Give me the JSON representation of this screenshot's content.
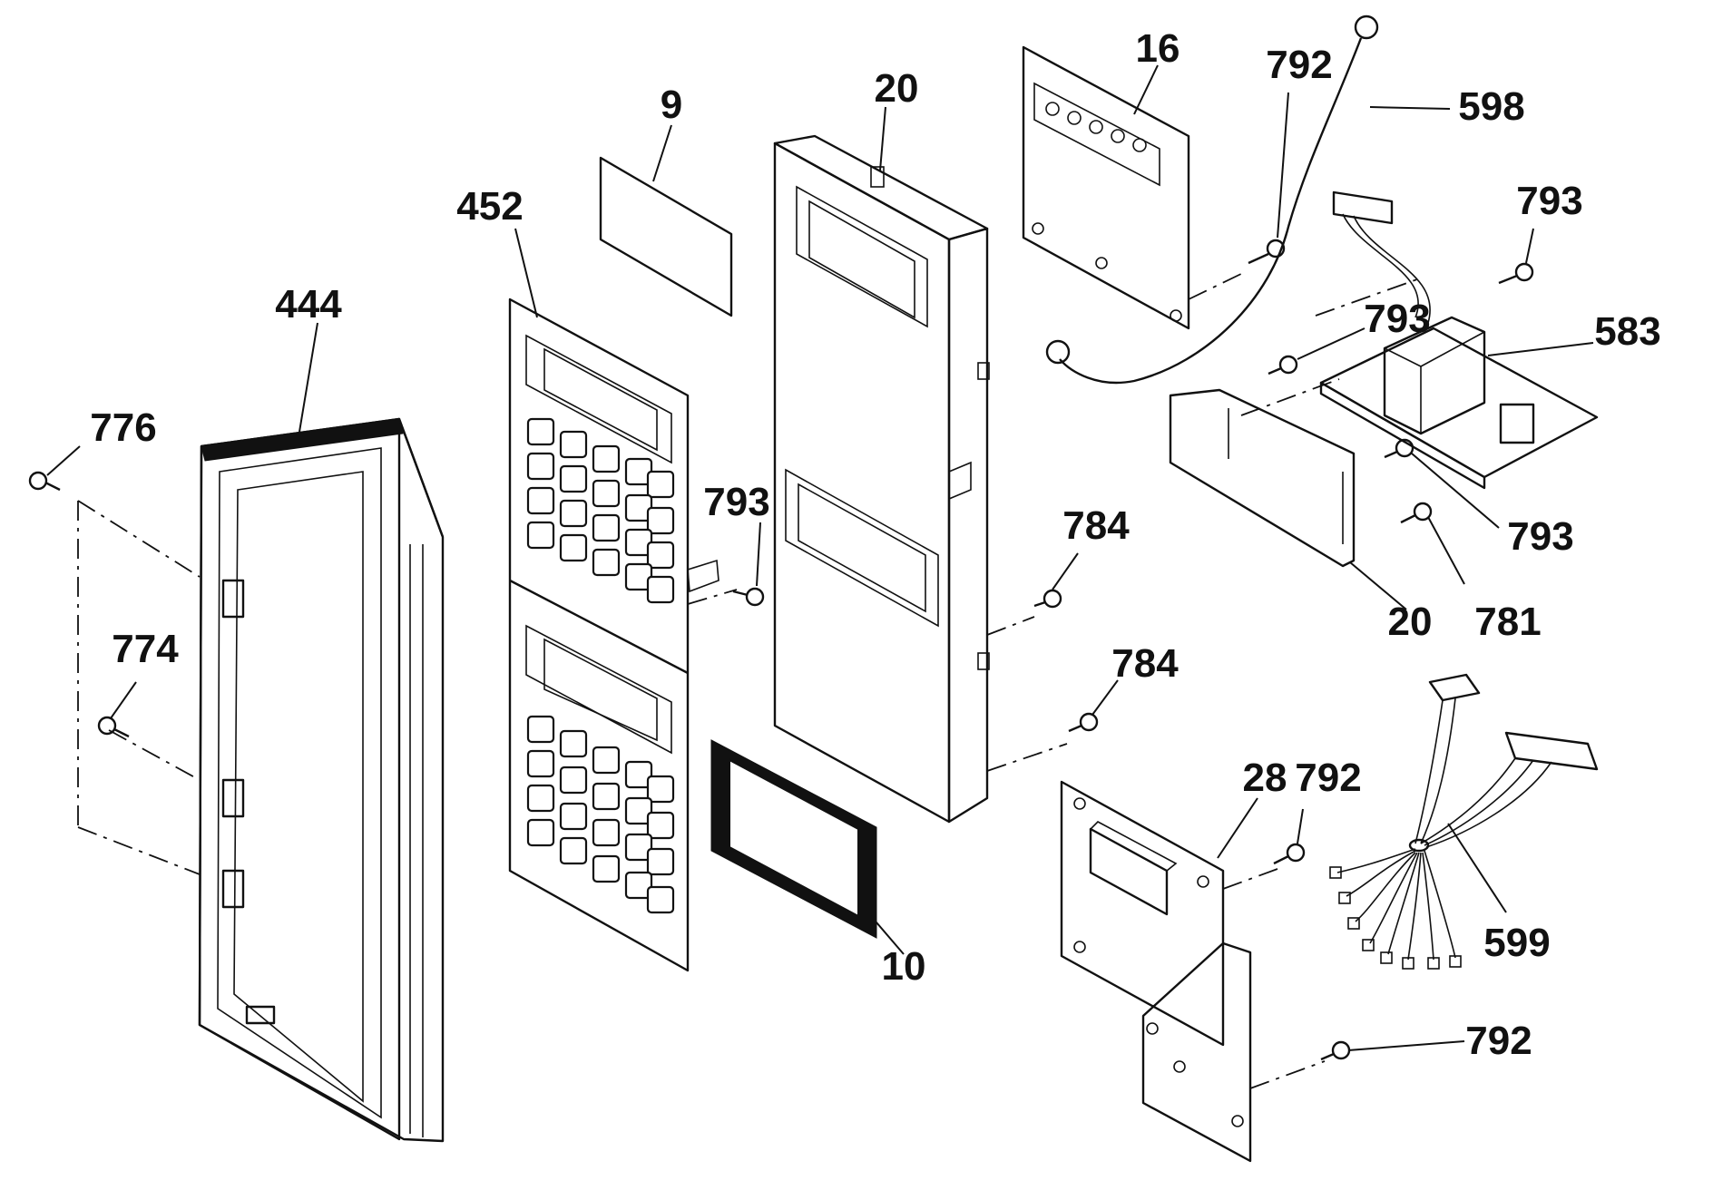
{
  "diagram": {
    "colors": {
      "ink": "#111111",
      "paper": "#ffffff"
    },
    "callouts": {
      "p9": "9",
      "p10": "10",
      "p16": "16",
      "p20a": "20",
      "p20b": "20",
      "p28": "28",
      "p444": "444",
      "p452": "452",
      "p583": "583",
      "p598": "598",
      "p599": "599",
      "p774": "774",
      "p776": "776",
      "p781": "781",
      "p784a": "784",
      "p784b": "784",
      "p792a": "792",
      "p792b": "792",
      "p792c": "792",
      "p793a": "793",
      "p793b": "793",
      "p793c": "793",
      "p793d": "793"
    }
  }
}
